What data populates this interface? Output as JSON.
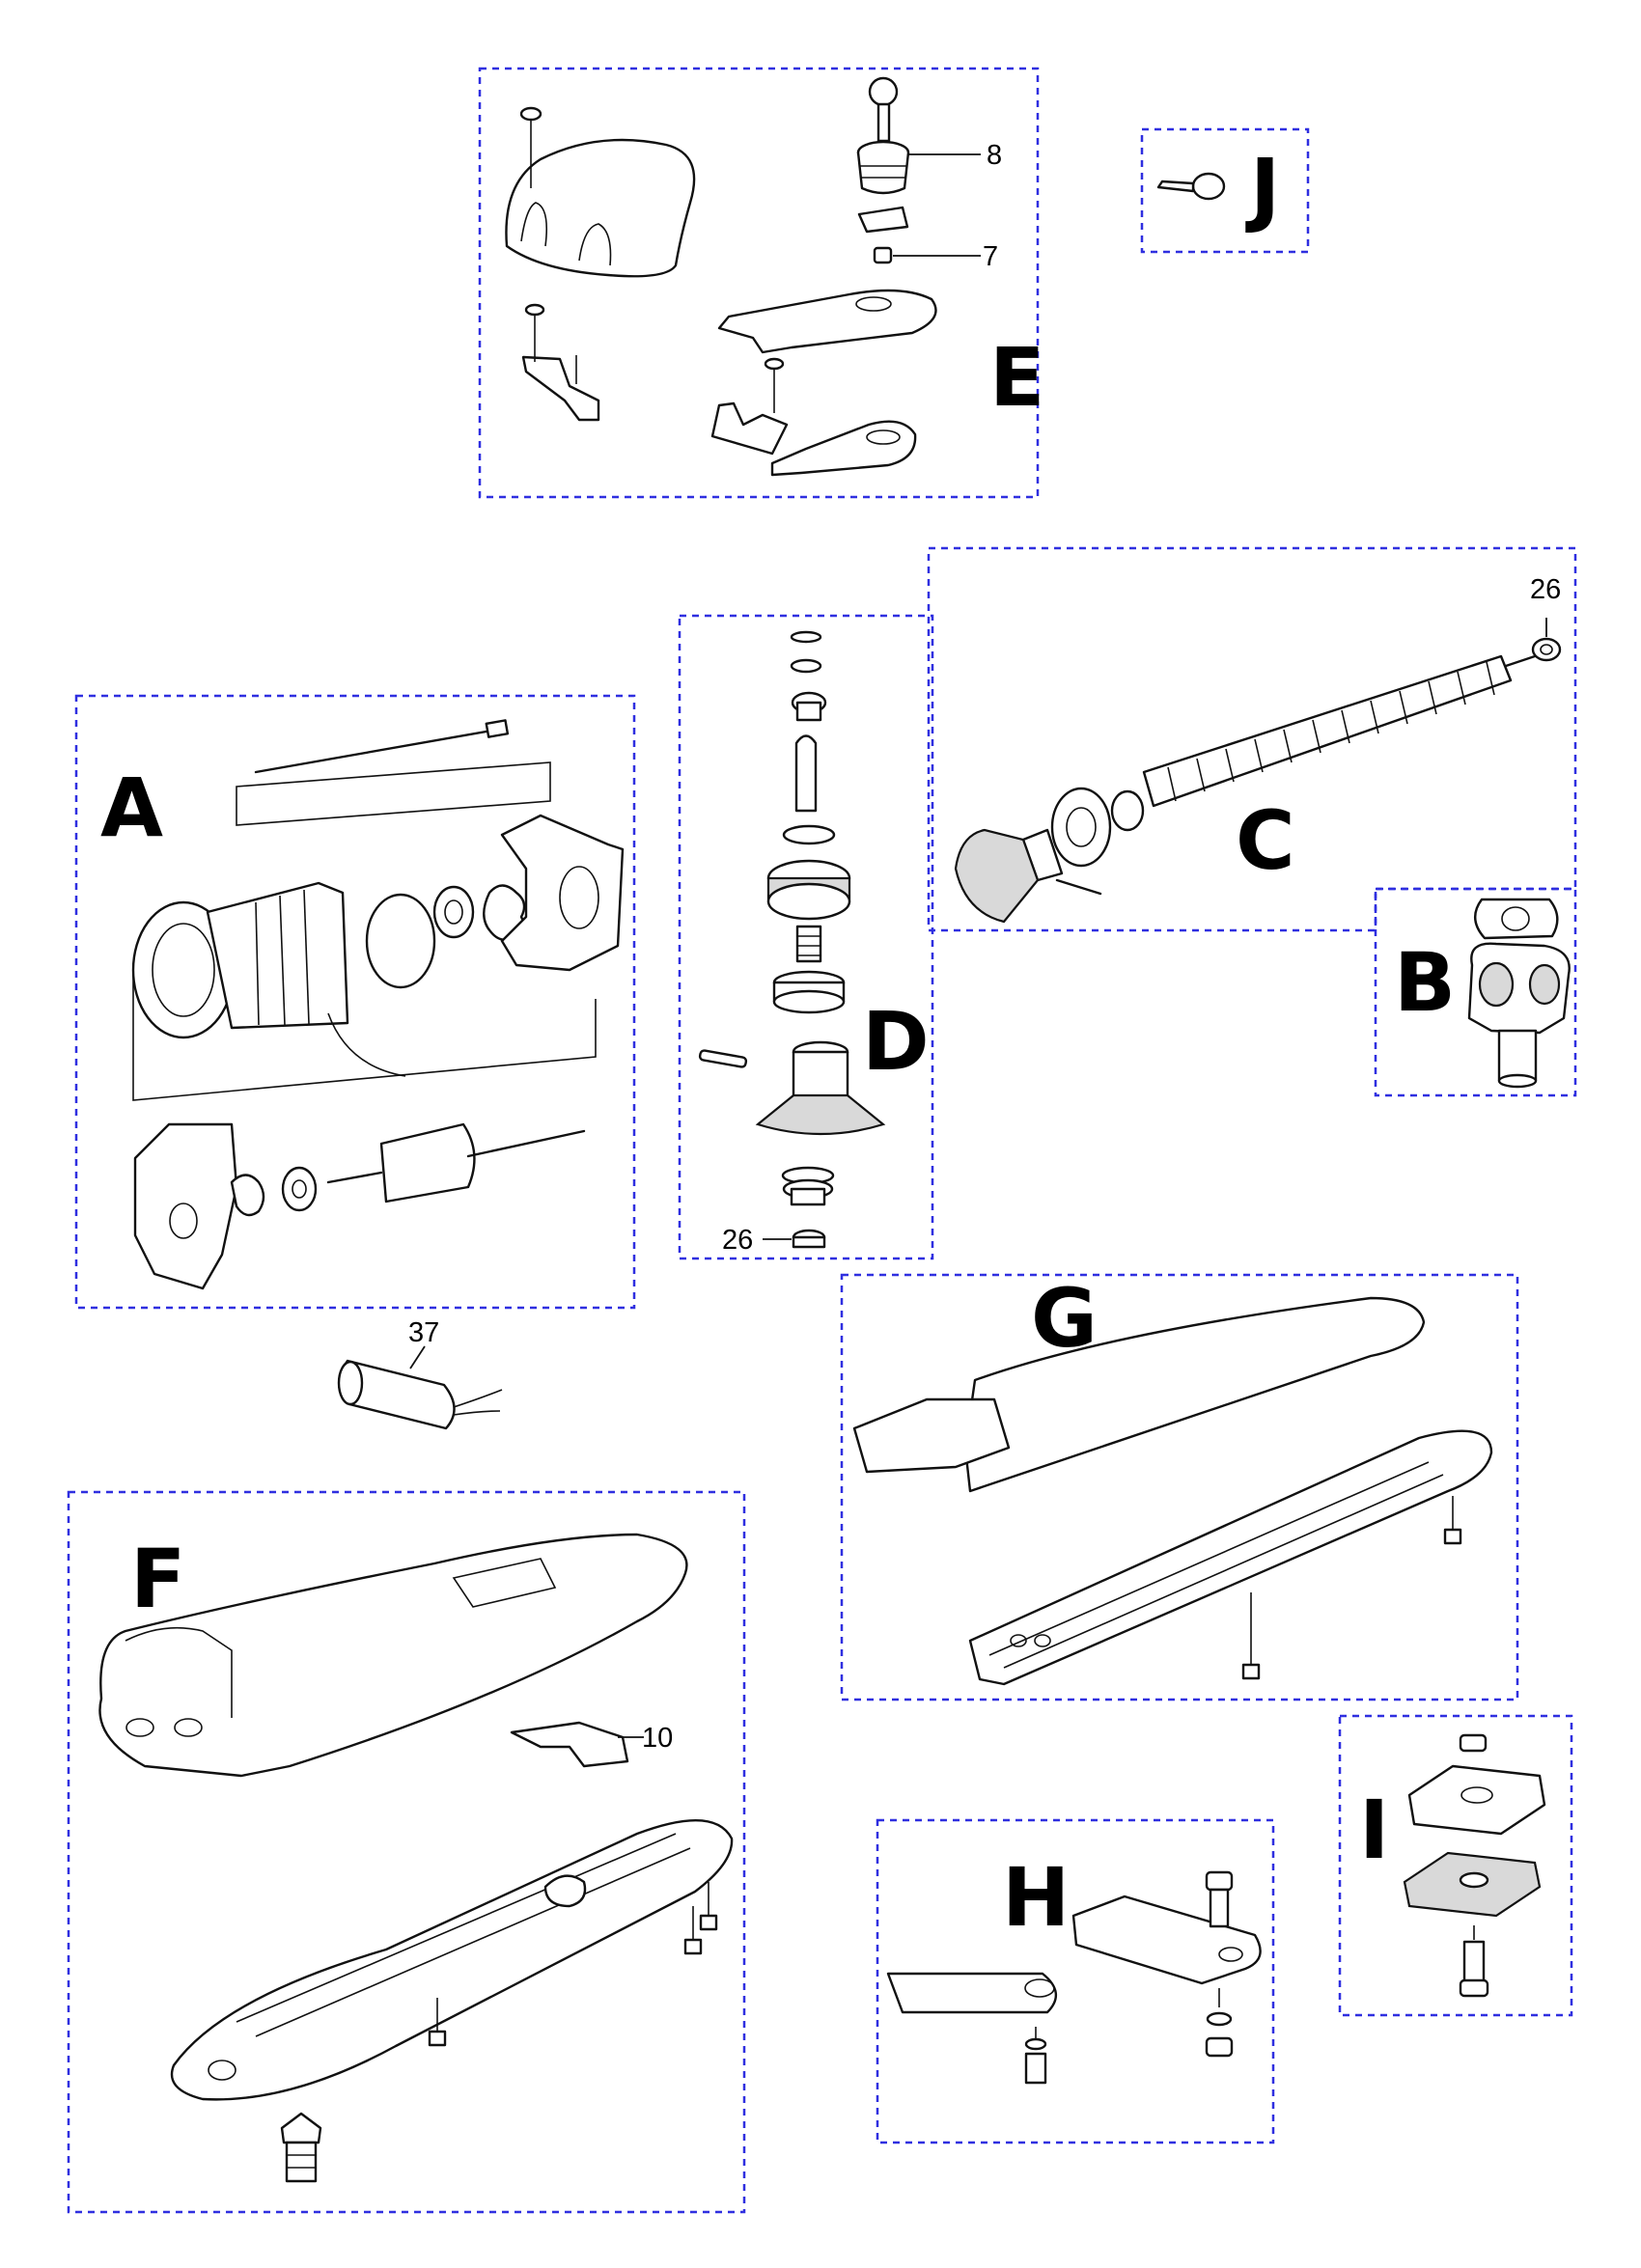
{
  "groups": {
    "A": "A",
    "B": "B",
    "C": "C",
    "D": "D",
    "E": "E",
    "F": "F",
    "G": "G",
    "H": "H",
    "I": "I",
    "J": "J"
  },
  "callouts": {
    "n8": "8",
    "n7": "7",
    "n26_top": "26",
    "n26_bottom": "26",
    "n37": "37",
    "n10": "10"
  },
  "colors": {
    "group_border": "#2f2fe0",
    "line_art": "#111111"
  }
}
